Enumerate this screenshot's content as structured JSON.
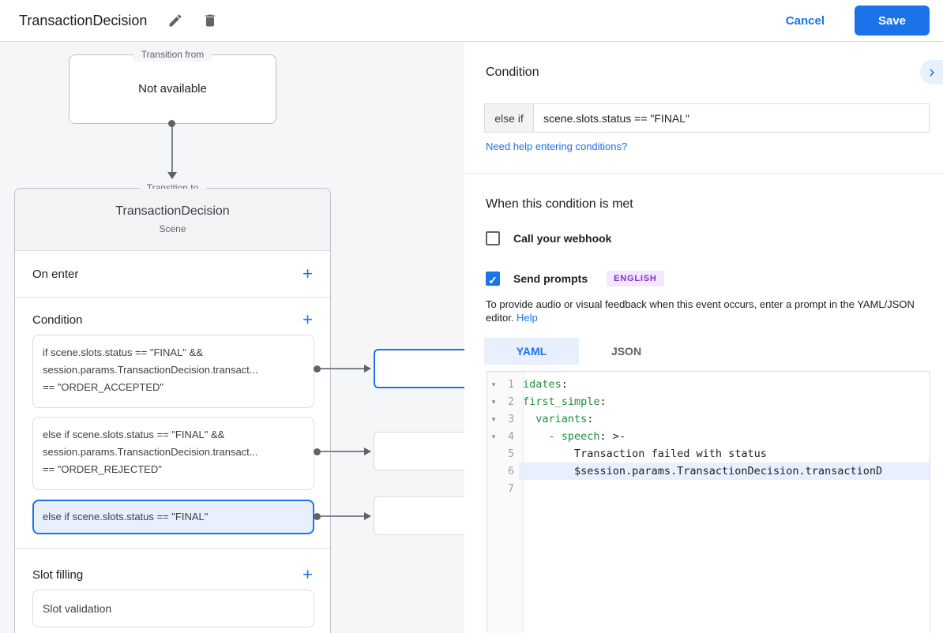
{
  "colors": {
    "accent": "#1a73e8",
    "selection_bg": "#e8f0fe",
    "badge_bg": "#f3e8fd",
    "badge_text": "#8430ce",
    "code_key_green": "#1e8e3e"
  },
  "icons": {
    "plus": "+",
    "check": "✓",
    "fold": "▾"
  },
  "header": {
    "title": "TransactionDecision",
    "cancel_label": "Cancel",
    "save_label": "Save"
  },
  "diagram": {
    "transition_from": {
      "legend": "Transition from",
      "value": "Not available"
    },
    "transition_to": {
      "legend": "Transition to",
      "title": "TransactionDecision",
      "subtitle": "Scene",
      "on_enter_label": "On enter",
      "condition_label": "Condition",
      "slot_filling_label": "Slot filling",
      "slot_card": "Slot validation",
      "cards": [
        {
          "line1": "if scene.slots.status == \"FINAL\" &&",
          "line2": "session.params.TransactionDecision.transact...",
          "line3": "== \"ORDER_ACCEPTED\""
        },
        {
          "line1": "else if scene.slots.status == \"FINAL\" &&",
          "line2": "session.params.TransactionDecision.transact...",
          "line3": "== \"ORDER_REJECTED\""
        },
        {
          "line1": "else if scene.slots.status == \"FINAL\""
        }
      ]
    }
  },
  "panel": {
    "title": "Condition",
    "condition_input": {
      "prefix": "else if",
      "value": "scene.slots.status == \"FINAL\""
    },
    "help_link": "Need help entering conditions?",
    "when_met": {
      "heading": "When this condition is met",
      "webhook_label": "Call your webhook",
      "prompts_label": "Send prompts",
      "language_badge": "ENGLISH",
      "description": "To provide audio or visual feedback when this event occurs, enter a prompt in the YAML/JSON editor.",
      "description_link": "Help"
    },
    "tabs": [
      {
        "label": "YAML"
      },
      {
        "label": "JSON"
      }
    ],
    "editor": {
      "lines": [
        {
          "num": "1",
          "fold": "▾",
          "key": "idates",
          "rest": ":"
        },
        {
          "num": "2",
          "fold": "▾",
          "key": "first_simple",
          "rest": ":"
        },
        {
          "num": "3",
          "fold": "▾",
          "pre": "  ",
          "key": "variants",
          "rest": ":"
        },
        {
          "num": "4",
          "fold": "▾",
          "pre": "    ",
          "key": "- speech",
          "rest": ": >-"
        },
        {
          "num": "5",
          "pre": "        ",
          "text": "Transaction failed with status"
        },
        {
          "num": "6",
          "pre": "        ",
          "text": "$session.params.TransactionDecision.transactionD"
        },
        {
          "num": "7"
        }
      ]
    }
  }
}
